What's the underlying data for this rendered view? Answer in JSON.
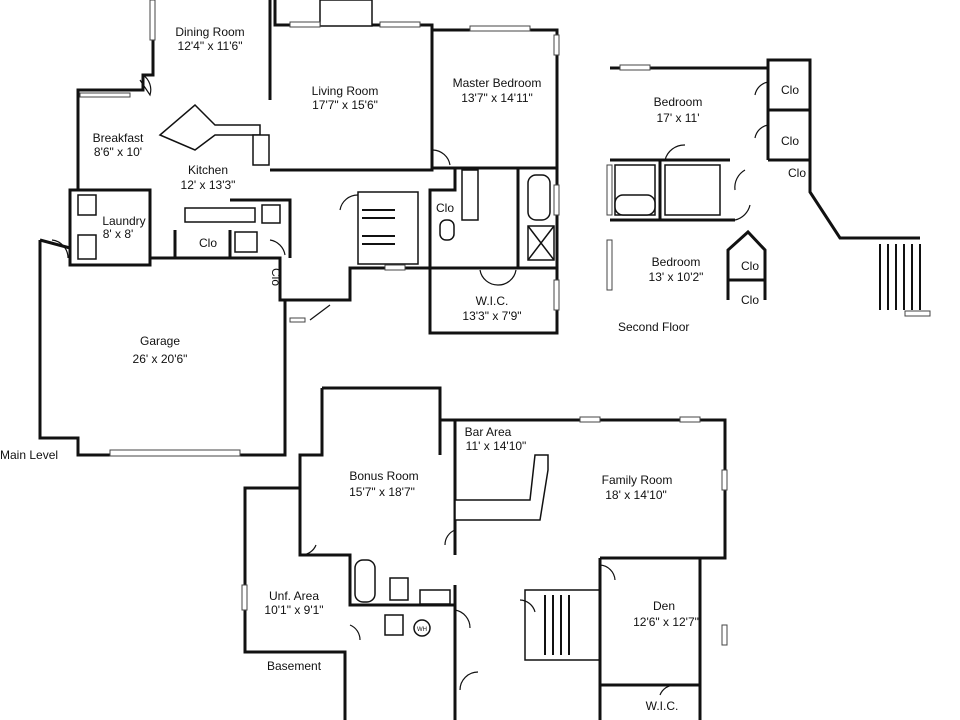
{
  "floors": {
    "main": "Main Level",
    "second": "Second Floor",
    "basement": "Basement"
  },
  "rooms": {
    "dining": {
      "name": "Dining Room",
      "size": "12'4\" x 11'6\""
    },
    "living": {
      "name": "Living Room",
      "size": "17'7\" x 15'6\""
    },
    "master": {
      "name": "Master Bedroom",
      "size": "13'7\" x 14'11\""
    },
    "breakfast": {
      "name": "Breakfast",
      "size": "8'6\" x 10'"
    },
    "kitchen": {
      "name": "Kitchen",
      "size": "12' x 13'3\""
    },
    "laundry": {
      "name": "Laundry",
      "size": "8' x 8'"
    },
    "garage": {
      "name": "Garage",
      "size": "26' x 20'6\""
    },
    "wic_main": {
      "name": "W.I.C.",
      "size": "13'3\" x 7'9\""
    },
    "bedroom1": {
      "name": "Bedroom",
      "size": "17' x 11'"
    },
    "bedroom2": {
      "name": "Bedroom",
      "size": "13' x 10'2\""
    },
    "bonus": {
      "name": "Bonus Room",
      "size": "15'7\" x 18'7\""
    },
    "bar": {
      "name": "Bar Area",
      "size": "11' x 14'10\""
    },
    "family": {
      "name": "Family Room",
      "size": "18' x 14'10\""
    },
    "unf": {
      "name": "Unf. Area",
      "size": "10'1\" x 9'1\""
    },
    "den": {
      "name": "Den",
      "size": "12'6\" x 12'7\""
    },
    "wic_base": {
      "name": "W.I.C."
    }
  },
  "closet_label": "Clo",
  "wh_label": "WH"
}
